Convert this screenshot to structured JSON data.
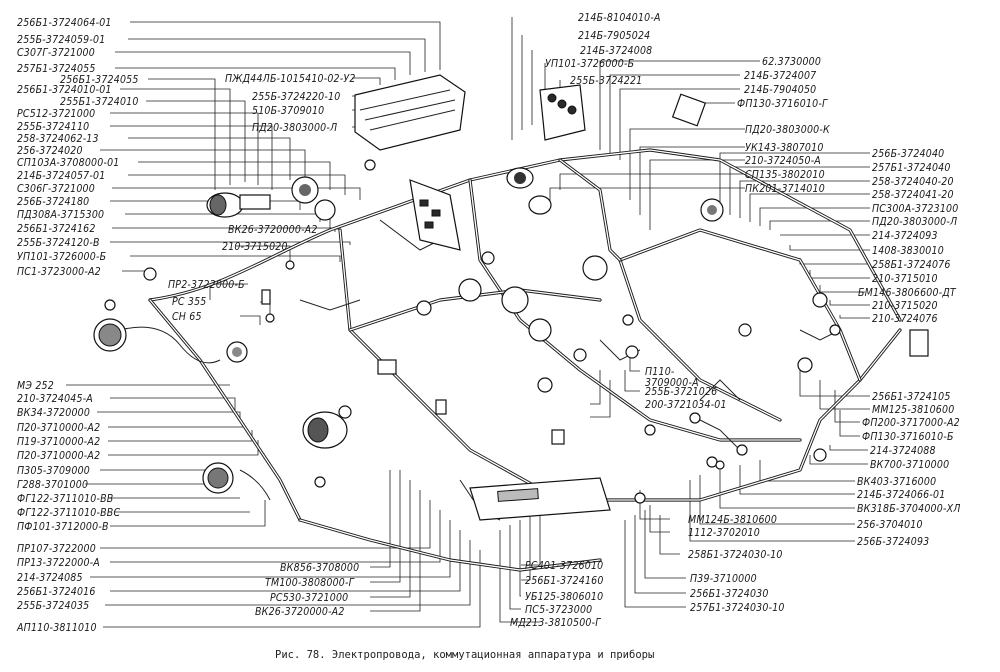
{
  "caption": "Рис. 78. Электропровода, коммутационная аппаратура и приборы",
  "labels_left": [
    "256Б1-3724064-01",
    "255Б-3724059-01",
    "С307Г-3721000",
    "257Б1-3724055",
    "256Б1-3724055",
    "256Б1-3724010-01",
    "255Б1-3724010",
    "РС512-3721000",
    "255Б-3724110",
    "258-3724062-13",
    "256-3724020",
    "СП103А-3708000-01",
    "214Б-3724057-01",
    "С306Г-3721000",
    "256Б-3724180",
    "ПД308А-3715300",
    "256Б1-3724162",
    "255Б-3724120-В",
    "УП101-3726000-Б",
    "ПС1-3723000-А2",
    "МЭ 252",
    "210-3724045-А",
    "ВК34-3720000",
    "П20-3710000-А2",
    "П19-3710000-А2",
    "П20-3710000-А2",
    "П305-3709000",
    "Г288-3701000",
    "ФГ122-3711010-ВВ",
    "ФГ122-3711010-ВВС",
    "ПФ101-3712000-В",
    "ПР107-3722000",
    "ПР13-3722000-А",
    "214-3724085",
    "256Б1-3724016",
    "255Б-3724035",
    "АП110-3811010"
  ],
  "labels_center": [
    "ПЖД44ЛБ-1015410-02-У2",
    "255Б-3724220-10",
    "510Б-3709010",
    "ПД20-3803000-Л",
    "ВК26-3720000-А2",
    "210-3715020",
    "ПР2-3722000-Б",
    "РС 355",
    "СН 65",
    "П110-",
    "3709000-А",
    "255Б-3721026",
    "200-3721034-01",
    "ВК856-3708000",
    "ТМ100-3808000-Г",
    "РС530-3721000",
    "ВК26-3720000-А2",
    "РС401-3726010",
    "256Б1-3724160",
    "УБ125-3806010",
    "ПС5-3723000",
    "МД213-3810500-Г",
    "ММ124Б-3810600",
    "1112-3702010",
    "258Б1-3724030-10",
    "П39-3710000",
    "256Б1-3724030",
    "257Б1-3724030-10"
  ],
  "labels_top": [
    "214Б-8104010-А",
    "214Б-7905024",
    "214Б-3724008",
    "УП101-3726000-Б",
    "255Б-3724221"
  ],
  "labels_right": [
    "62.3730000",
    "214Б-3724007",
    "214Б-7904050",
    "ФП130-3716010-Г",
    "ПД20-3803000-К",
    "УК143-3807010",
    "210-3724050-А",
    "СП135-3802010",
    "ПК201-3714010",
    "256Б-3724040",
    "257Б1-3724040",
    "258-3724040-20",
    "258-3724041-20",
    "ПС300А-3723100",
    "ПД20-3803000-Л",
    "214-3724093",
    "1408-3830010",
    "258Б1-3724076",
    "210-3715010",
    "БМ146-3806600-ДТ",
    "210-3715020",
    "210-3724076",
    "256Б1-3724105",
    "ММ125-3810600",
    "ФП200-3717000-А2",
    "ФП130-3716010-Б",
    "214-3724088",
    "ВК700-3710000",
    "ВК403-3716000",
    "214Б-3724066-01",
    "ВК318Б-3704000-ХЛ",
    "256-3704010",
    "256Б-3724093"
  ]
}
